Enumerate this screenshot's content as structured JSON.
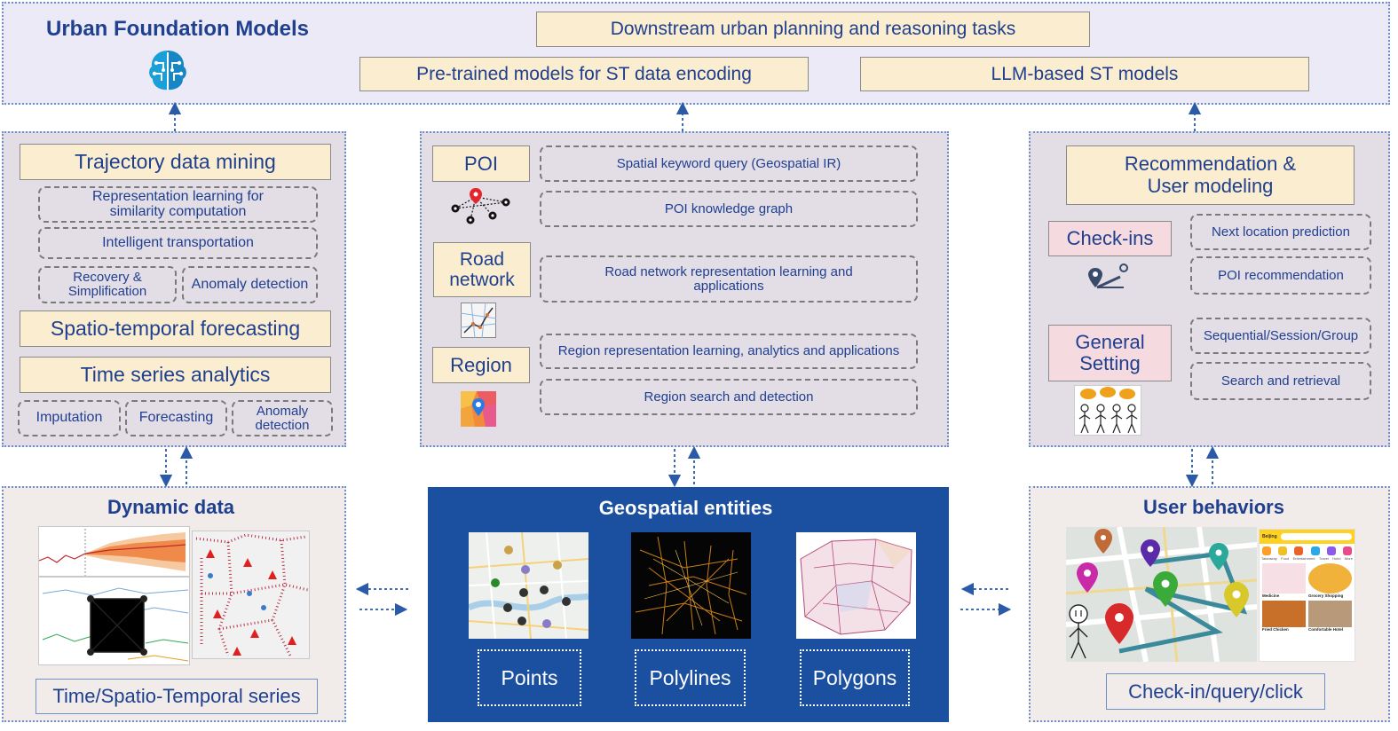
{
  "top": {
    "title": "Urban Foundation Models",
    "downstream": "Downstream urban planning and reasoning tasks",
    "pretrained": "Pre-trained models for ST data encoding",
    "llm": "LLM-based ST models"
  },
  "left": {
    "trajectory": "Trajectory data mining",
    "rep_learning": "Representation learning for similarity computation",
    "intelligent": "Intelligent transportation",
    "recovery": "Recovery & Simplification",
    "anomaly1": "Anomaly detection",
    "st_forecasting": "Spatio-temporal forecasting",
    "time_series": "Time series analytics",
    "imputation": "Imputation",
    "forecasting": "Forecasting",
    "anomaly2": "Anomaly detection"
  },
  "middle": {
    "poi": "POI",
    "spatial_keyword": "Spatial keyword query (Geospatial IR)",
    "poi_kg": "POI knowledge graph",
    "road": "Road network",
    "road_rep": "Road network representation learning and applications",
    "region": "Region",
    "region_rep": "Region representation learning, analytics and applications",
    "region_search": "Region search and detection"
  },
  "right": {
    "recommendation": "Recommendation & User modeling",
    "checkins": "Check-ins",
    "next_loc": "Next location prediction",
    "poi_rec": "POI recommendation",
    "general": "General Setting",
    "sequential": "Sequential/Session/Group",
    "search": "Search and retrieval"
  },
  "bottom": {
    "dynamic_title": "Dynamic data",
    "dynamic_caption": "Time/Spatio-Temporal series",
    "geo_title": "Geospatial entities",
    "points": "Points",
    "polylines": "Polylines",
    "polygons": "Polygons",
    "user_title": "User behaviors",
    "user_caption": "Check-in/query/click",
    "app_header": "Beijing",
    "app_labels": [
      "Takeaway",
      "Food",
      "Entertainment",
      "Travel",
      "Hotel",
      "More"
    ],
    "app_item1": "Medicine",
    "app_item2": "Grocery Shopping",
    "app_item3": "Fried Chicken",
    "app_item4": "Comfortable Hotel"
  },
  "colors": {
    "accent_blue": "#1f3f8f",
    "panel_blue": "#1b4fa0",
    "cream": "#fbedcf",
    "pink": "#f5dbe0",
    "arrow": "#2b5aa8"
  },
  "icons": [
    "brain-icon",
    "poi-pins-icon",
    "road-network-icon",
    "region-map-icon",
    "checkin-icon",
    "group-people-icon"
  ]
}
